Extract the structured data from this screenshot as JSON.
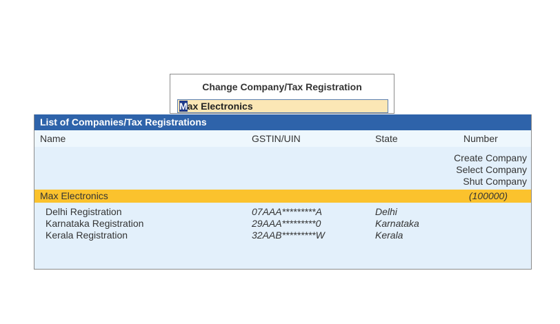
{
  "change_dialog": {
    "title": "Change Company/Tax Registration",
    "input_cursor_char": "M",
    "input_rest": "ax Electronics"
  },
  "list": {
    "title": "List of Companies/Tax Registrations",
    "columns": [
      "Name",
      "GSTIN/UIN",
      "State",
      "Number"
    ],
    "menu": [
      "Create Company",
      "Select Company",
      "Shut Company"
    ],
    "company": {
      "name": "Max Electronics",
      "number": "(100000)"
    },
    "registrations": [
      {
        "name": "Delhi Registration",
        "gstin": "07AAA*********A",
        "state": "Delhi"
      },
      {
        "name": "Karnataka Registration",
        "gstin": "29AAA*********0",
        "state": "Karnataka"
      },
      {
        "name": "Kerala Registration",
        "gstin": "32AAB*********W",
        "state": "Kerala"
      }
    ]
  },
  "colors": {
    "header_blue": "#2e63aa",
    "highlight_yellow": "#fbc22d",
    "panel_bg": "#e3f0fb",
    "input_bg": "#fbe7b5"
  }
}
